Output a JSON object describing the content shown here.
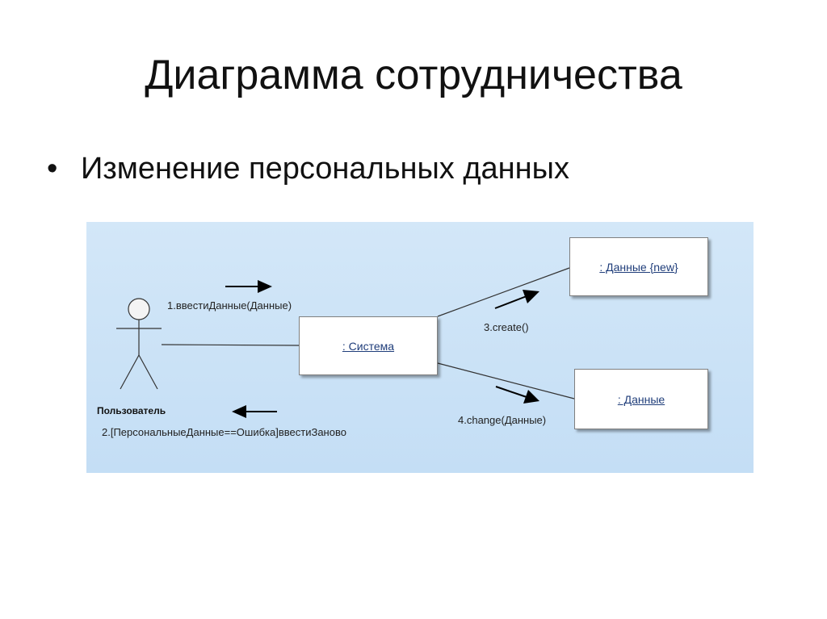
{
  "slide": {
    "title": "Диаграмма сотрудничества",
    "bullet": "•",
    "subtitle": "Изменение персональных данных"
  },
  "diagram": {
    "actor": {
      "name": "Пользователь"
    },
    "objects": {
      "system": ": Система",
      "data_new": ": Данные {new}",
      "data": ": Данные"
    },
    "messages": {
      "m1": "1.ввестиДанные(Данные)",
      "m2": "2.[ПерсональныеДанные==Ошибка]ввестиЗаново",
      "m3": "3.create()",
      "m4": "4.change(Данные)"
    }
  }
}
